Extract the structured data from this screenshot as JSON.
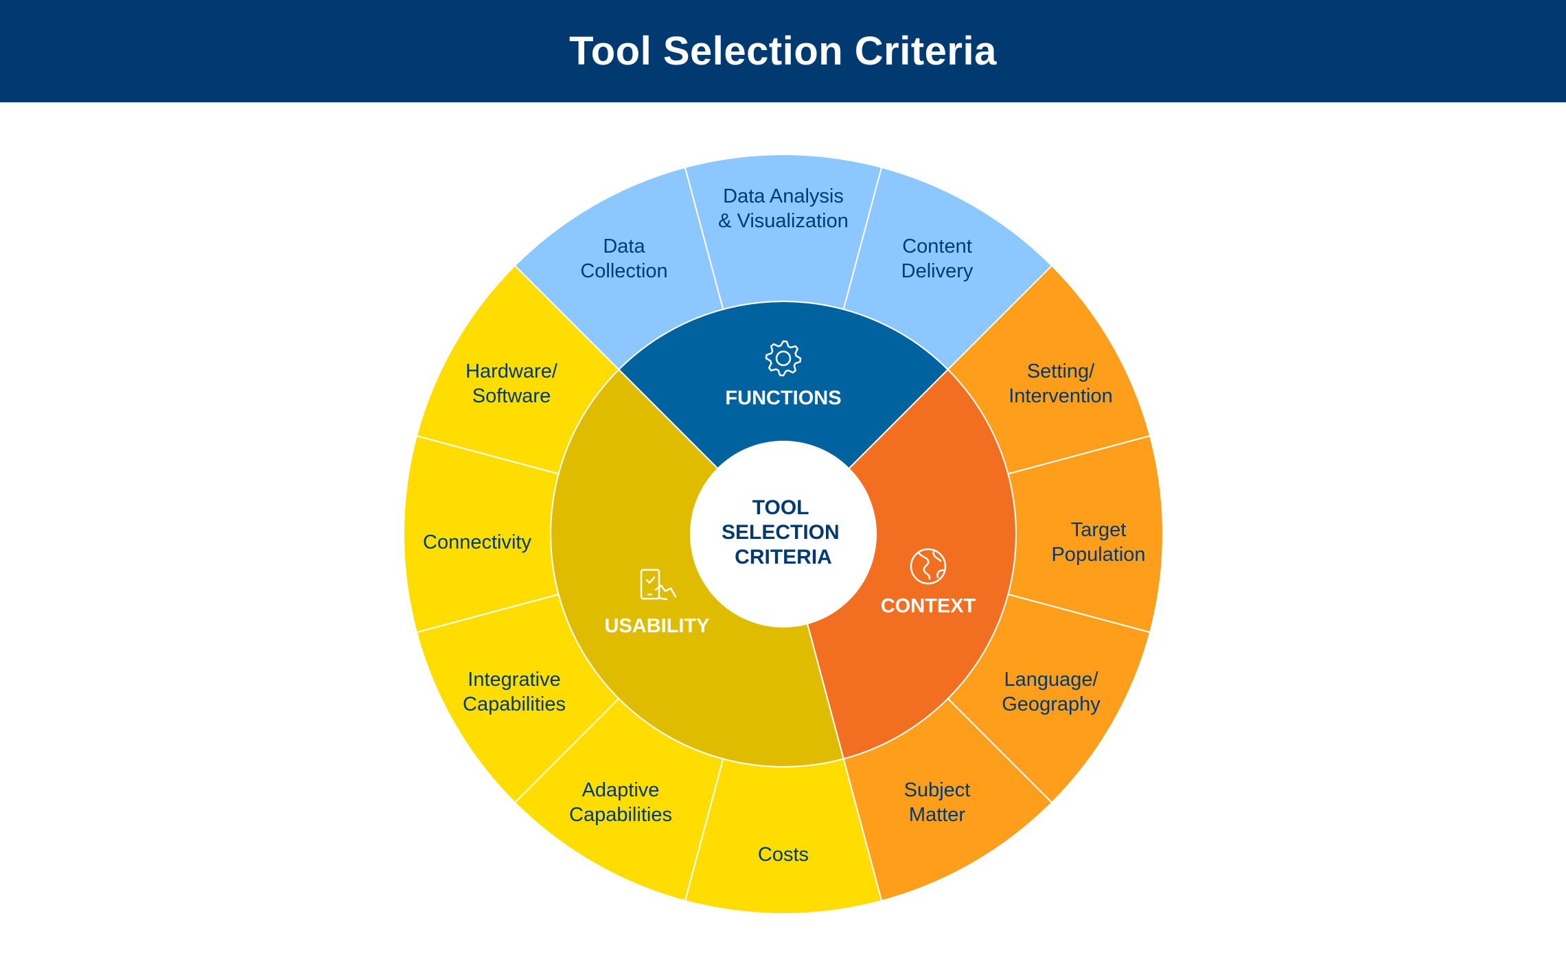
{
  "header": {
    "title": "Tool Selection Criteria"
  },
  "center": {
    "lines": [
      "TOOL",
      "SELECTION",
      "CRITERIA"
    ]
  },
  "colors": {
    "header": "#003A70",
    "text": "#003A70",
    "functions_inner": "#0063A0",
    "functions_outer": "#8CC8FF",
    "context_inner": "#F26F21",
    "context_outer": "#FF9E1B",
    "usability_inner": "#E0BC00",
    "usability_outer": "#FFDD00"
  },
  "categories": [
    {
      "label": "FUNCTIONS",
      "icon": "gear-icon",
      "items": [
        [
          "Data",
          "Collection"
        ],
        [
          "Data Analysis",
          "& Visualization"
        ],
        [
          "Content",
          "Delivery"
        ]
      ]
    },
    {
      "label": "CONTEXT",
      "icon": "globe-icon",
      "items": [
        [
          "Setting/",
          "Intervention"
        ],
        [
          "Target",
          "Population"
        ],
        [
          "Language/",
          "Geography"
        ],
        [
          "Subject",
          "Matter"
        ]
      ]
    },
    {
      "label": "USABILITY",
      "icon": "touch-phone-icon",
      "items": [
        [
          "Costs"
        ],
        [
          "Adaptive",
          "Capabilities"
        ],
        [
          "Integrative",
          "Capabilities"
        ],
        [
          "Connectivity"
        ],
        [
          "Hardware/",
          "Software"
        ]
      ]
    }
  ]
}
